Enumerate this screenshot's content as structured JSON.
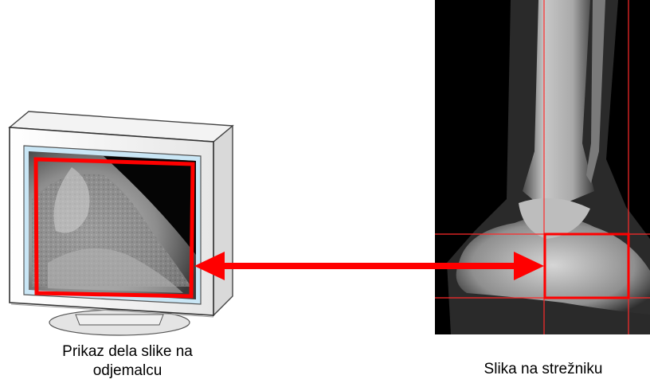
{
  "captions": {
    "client_line1": "Prikaz dela slike na",
    "client_line2": "odjemalcu",
    "server": "Slika na strežniku"
  },
  "colors": {
    "highlight": "#ff0000",
    "arrow": "#ff0000",
    "screen_glow": "#a8d8f0",
    "xray_background": "#000000"
  },
  "icons": {
    "monitor": "crt-monitor-icon",
    "arrow": "double-headed-arrow-icon"
  }
}
